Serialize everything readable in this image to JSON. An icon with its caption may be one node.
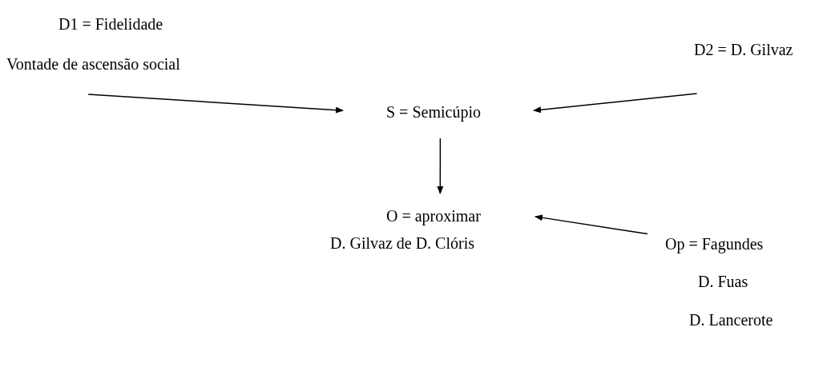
{
  "diagram": {
    "nodes": [
      {
        "text": [
          "D1 = Fidelidade",
          "Vontade de ascensão social"
        ]
      },
      {
        "text": [
          "D2 = D. Gilvaz"
        ]
      },
      {
        "text": [
          "S = Semicúpio"
        ]
      },
      {
        "text": [
          "O = aproximar",
          "D. Gilvaz de D. Clóris"
        ]
      },
      {
        "text": [
          "Op = Fagundes",
          "D. Fuas",
          "D. Lancerote"
        ]
      }
    ],
    "edges": [
      {
        "from": 0,
        "to": 2,
        "arrow": "to"
      },
      {
        "from": 1,
        "to": 2,
        "arrow": "to"
      },
      {
        "from": 2,
        "to": 3,
        "arrow": "to"
      },
      {
        "from": 4,
        "to": 3,
        "arrow": "to"
      }
    ]
  }
}
